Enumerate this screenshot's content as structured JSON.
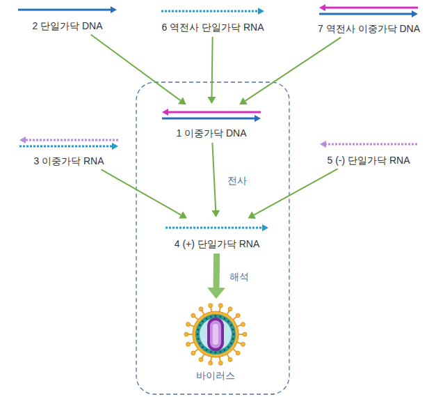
{
  "diagram": {
    "nodes": [
      {
        "text": [
          "2 단일가닥 DNA"
        ]
      },
      {
        "text": [
          "6 역전사 단일가닥 RNA"
        ]
      },
      {
        "text": [
          "7 역전사 이중가닥 DNA"
        ]
      },
      {
        "text": [
          "1 이중가닥 DNA"
        ]
      },
      {
        "text": [
          "3 이중가닥 RNA"
        ]
      },
      {
        "text": [
          "5 (-) 단일가닥 RNA"
        ]
      },
      {
        "text": [
          "4 (+) 단일가닥 RNA"
        ]
      },
      {
        "text": [
          "바이러스"
        ]
      }
    ],
    "edges": [
      {
        "from": 0,
        "to": 3,
        "arrow": "to"
      },
      {
        "from": 1,
        "to": 3,
        "arrow": "to"
      },
      {
        "from": 2,
        "to": 3,
        "arrow": "to"
      },
      {
        "from": 3,
        "to": 6,
        "label": "전사",
        "arrow": "to"
      },
      {
        "from": 4,
        "to": 6,
        "arrow": "to"
      },
      {
        "from": 5,
        "to": 6,
        "arrow": "to"
      },
      {
        "from": 6,
        "to": 7,
        "label": "해석",
        "arrow": "to"
      }
    ]
  }
}
